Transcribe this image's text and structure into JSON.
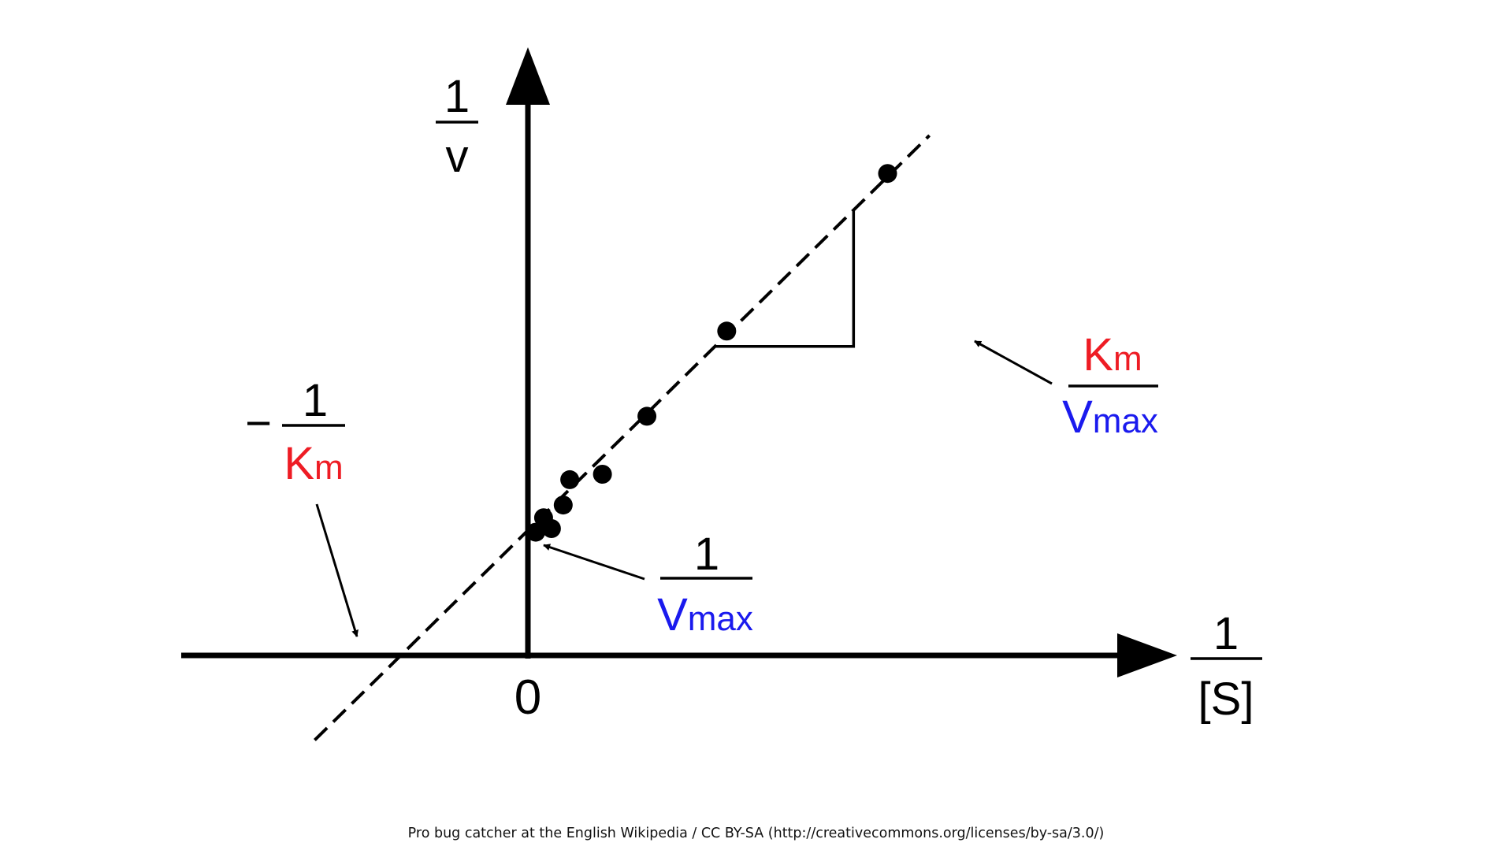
{
  "chart_data": {
    "type": "scatter",
    "title": "",
    "xlabel": {
      "numerator": "1",
      "denominator": "[S]"
    },
    "ylabel": {
      "numerator": "1",
      "denominator": "v"
    },
    "origin_label": "0",
    "xlim": [
      -2,
      4
    ],
    "ylim": [
      0,
      3
    ],
    "grid": false,
    "points": [
      {
        "x": 0.06,
        "y": 0.68
      },
      {
        "x": 0.12,
        "y": 0.76
      },
      {
        "x": 0.18,
        "y": 0.7
      },
      {
        "x": 0.27,
        "y": 0.83
      },
      {
        "x": 0.32,
        "y": 0.97
      },
      {
        "x": 0.57,
        "y": 1.0
      },
      {
        "x": 0.91,
        "y": 1.32
      },
      {
        "x": 1.52,
        "y": 1.79
      },
      {
        "x": 2.75,
        "y": 2.66
      }
    ],
    "fit_line": {
      "x_start": -1.63,
      "x_end": 3.07,
      "y_at_x_zero": 0.69,
      "slope": 0.71
    },
    "slope_triangle": {
      "x1": 1.43,
      "x2": 2.49
    },
    "annotations": {
      "x_intercept": {
        "sign": "−",
        "numerator": "1",
        "denominator_main": "K",
        "denominator_sub": "m"
      },
      "y_intercept": {
        "numerator": "1",
        "denominator_main": "V",
        "denominator_sub": "max"
      },
      "slope": {
        "numerator_main": "K",
        "numerator_sub": "m",
        "denominator_main": "V",
        "denominator_sub": "max"
      }
    },
    "colors": {
      "km": "#ee1c24",
      "vmax": "#1a1aee",
      "ink": "#000000"
    }
  },
  "credit": "Pro bug catcher at the English Wikipedia / CC BY-SA (http://creativecommons.org/licenses/by-sa/3.0/)"
}
